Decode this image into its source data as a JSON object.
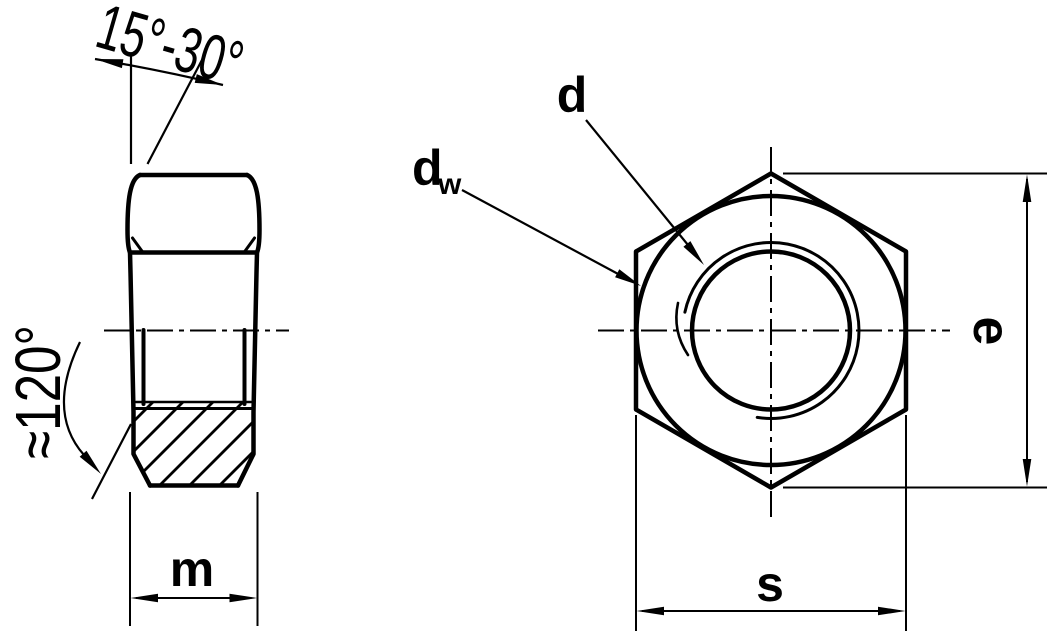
{
  "drawing": {
    "description": "Hexagon nut technical drawing, side section view and top view",
    "colors": {
      "line": "#000000",
      "background": "#ffffff"
    },
    "labels": {
      "chamfer_angle": "15°-30°",
      "countersink_angle": "≈120°",
      "nut_height": "m",
      "thread_diameter": "d",
      "washer_face_diameter": "d",
      "washer_face_subscript": "w",
      "across_corners": "e",
      "across_flats": "s"
    }
  }
}
